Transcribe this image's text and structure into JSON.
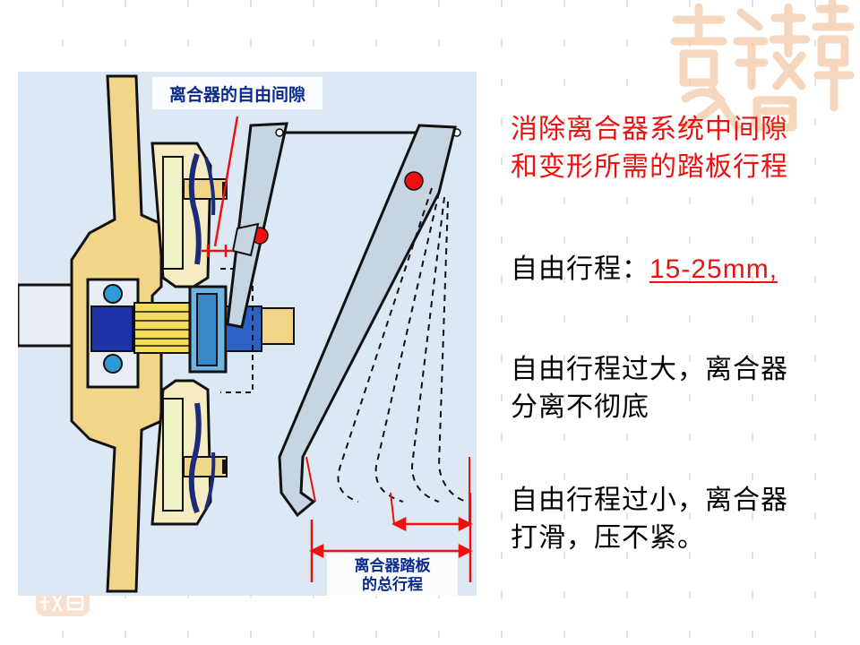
{
  "diagram": {
    "label_free_clearance": "离合器的自由间隙",
    "label_total_travel_line1": "离合器踏板",
    "label_total_travel_line2": "的总行程"
  },
  "text": {
    "headline_line1": "消除离合器系统中间隙",
    "headline_line2": "和变形所需的踏板行程",
    "free_travel_label": "自由行程：",
    "free_travel_value": "15-25mm,",
    "too_large_line1": "自由行程过大，离合器",
    "too_large_line2": "分离不彻底",
    "too_small_line1": "自由行程过小，离合器",
    "too_small_line2": "打滑，压不紧。"
  },
  "colors": {
    "emphasis": "#ee1111",
    "body_text": "#000000",
    "diagram_background": "#dce9f4",
    "housing": "#f1d68a",
    "label": "#0b2a8a",
    "seal": "#f3c9a6"
  }
}
